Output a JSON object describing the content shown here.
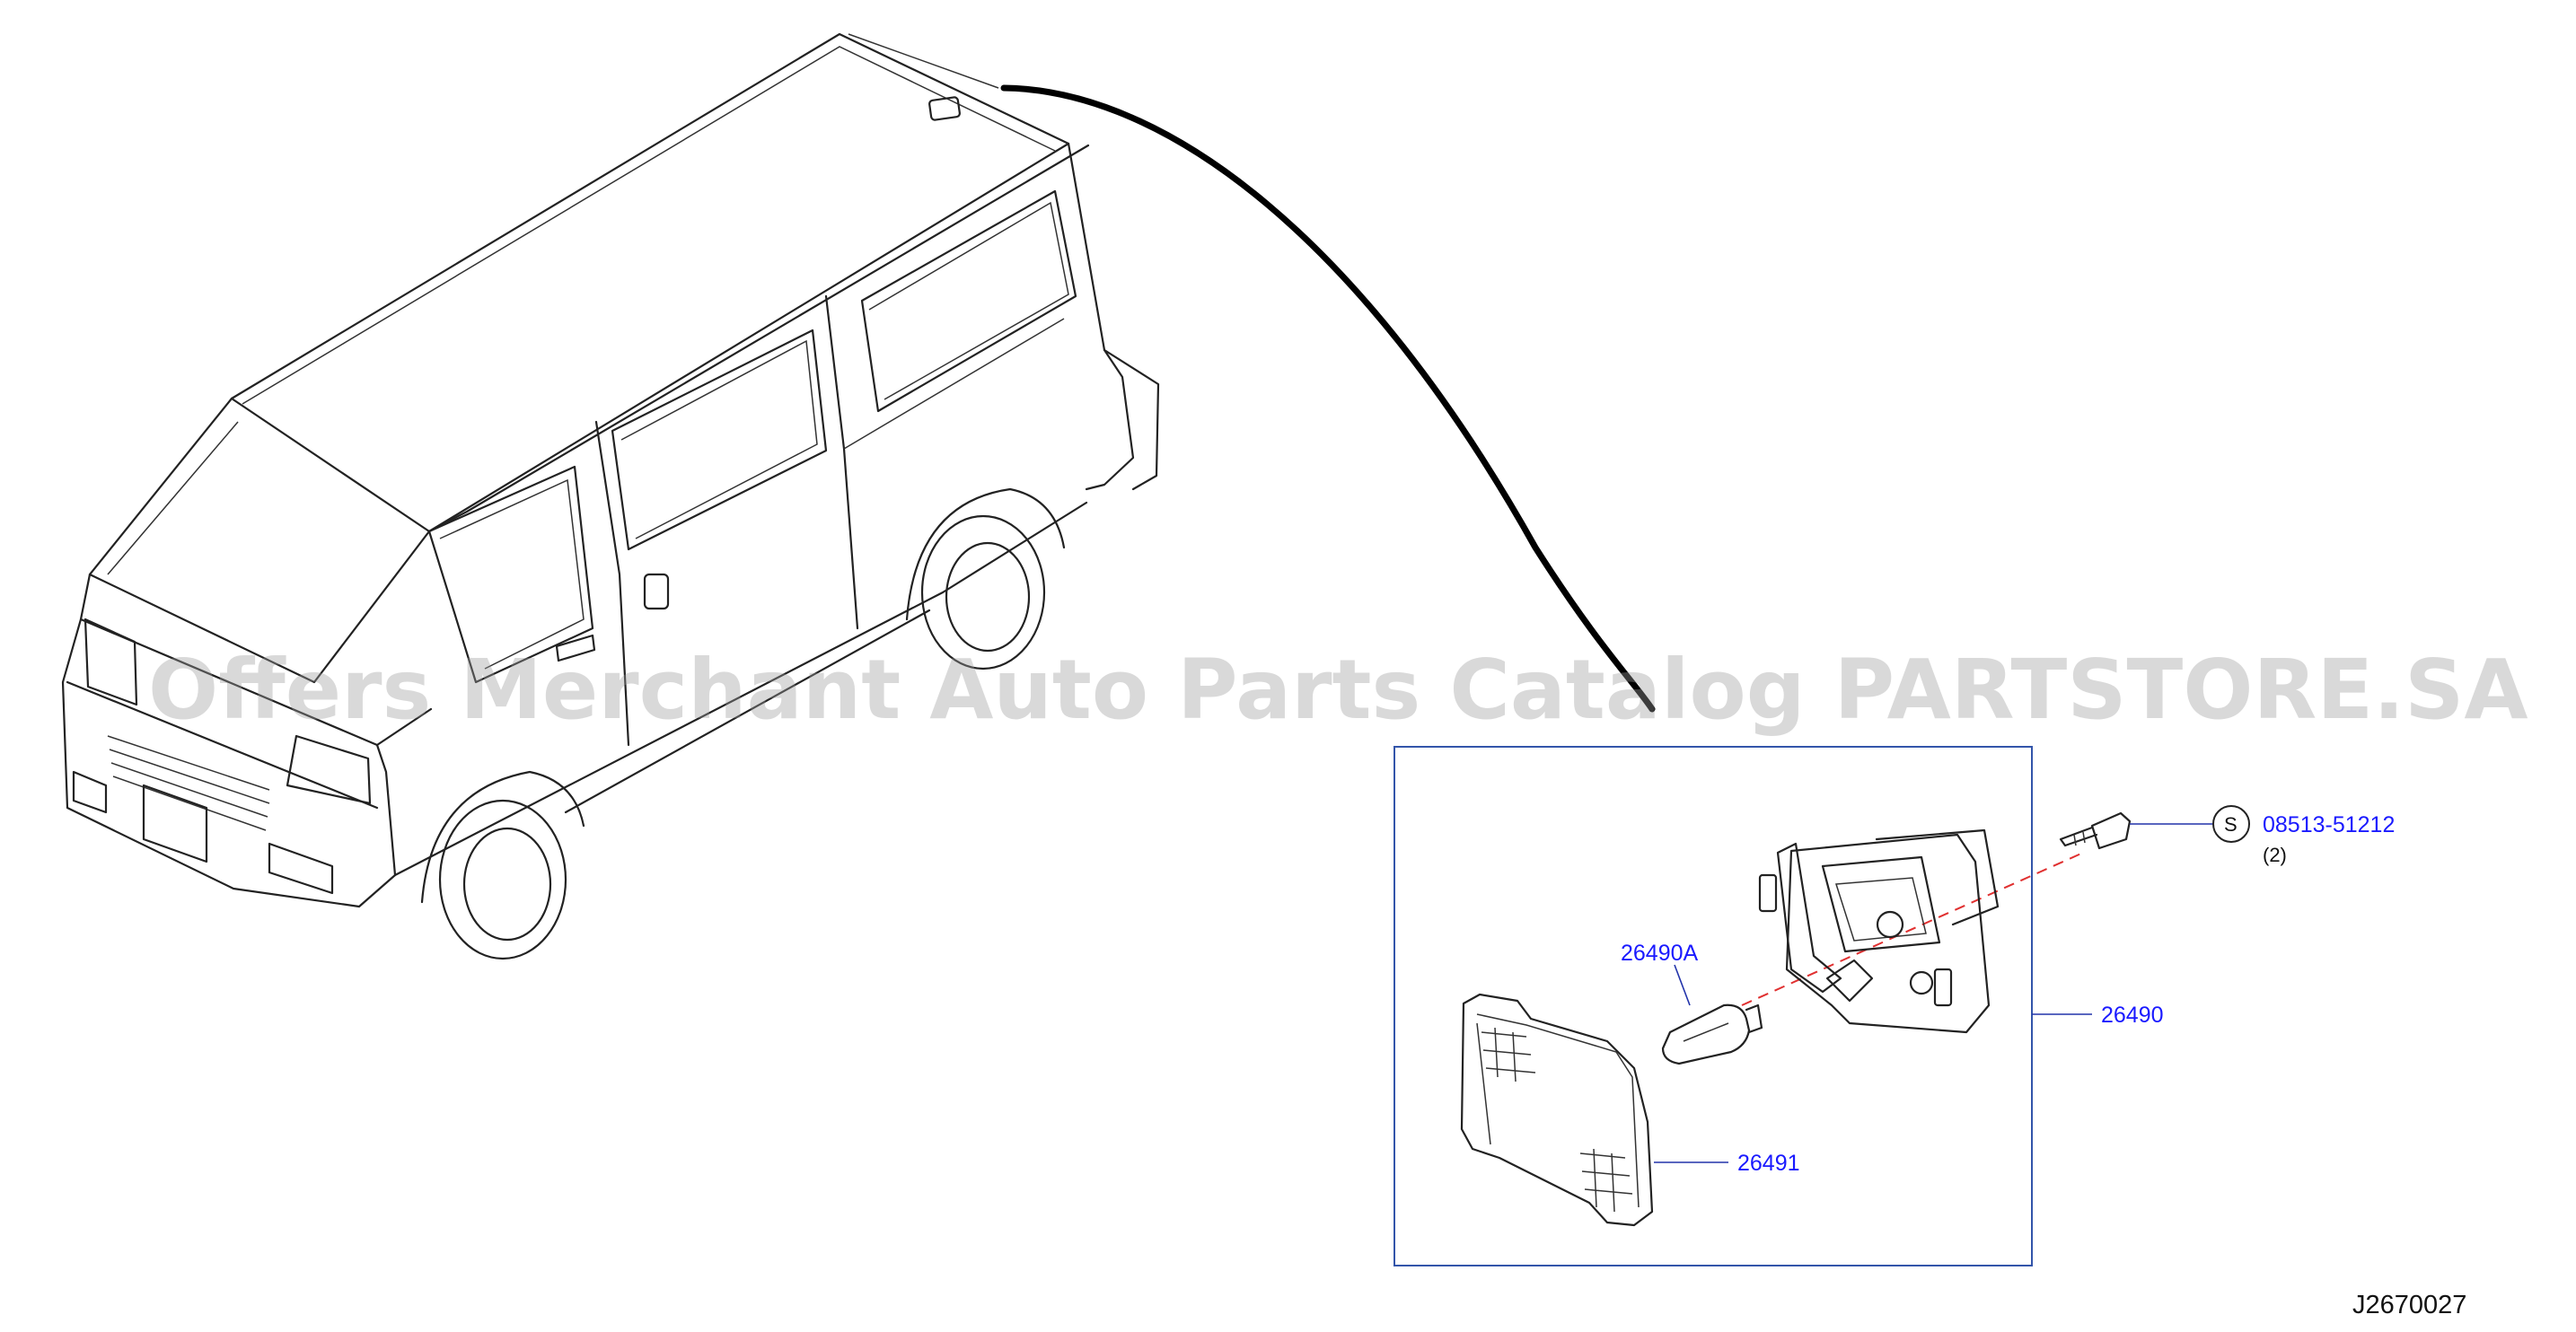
{
  "watermark": "Offers Merchant Auto Parts Catalog PARTSTORE.SA",
  "diagram_code": "J2670027",
  "callouts": {
    "screw_symbol": "S",
    "screw_part": "08513-51212",
    "screw_qty": "(2)",
    "bulb": "26490A",
    "lamp_assembly": "26490",
    "lens": "26491"
  },
  "colors": {
    "callout_text": "#1a1aff",
    "detail_box": "#3355aa",
    "dashed_axis": "#e03030"
  },
  "icons": [
    "van-icon",
    "room-lamp-housing-icon",
    "bulb-icon",
    "lens-icon",
    "screw-icon"
  ]
}
